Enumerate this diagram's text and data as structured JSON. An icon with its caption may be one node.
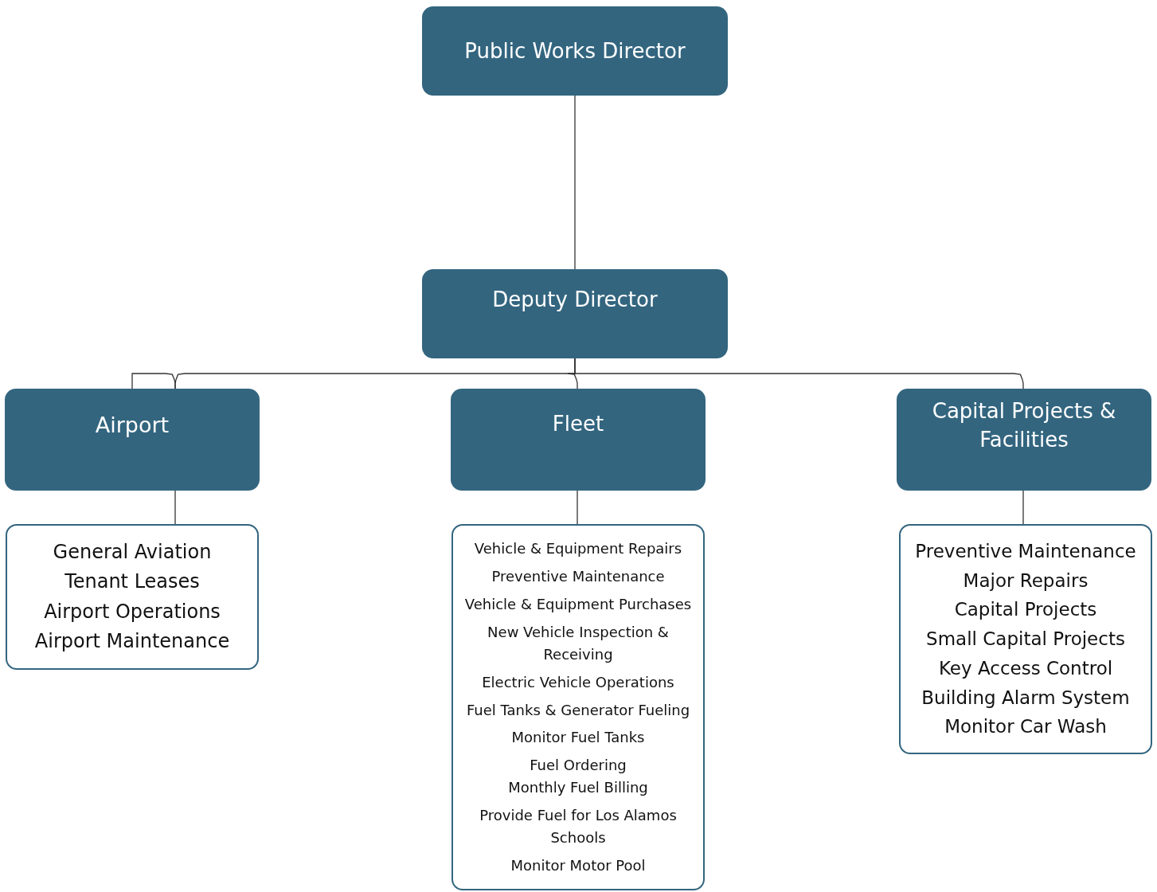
{
  "diagram": {
    "nodes": [
      {
        "text": [
          "Public Works Director"
        ]
      },
      {
        "text": [
          "Deputy Director"
        ]
      },
      {
        "text": [
          "Airport"
        ]
      },
      {
        "text": [
          "Fleet"
        ]
      },
      {
        "text": [
          "Capital Projects & Facilities"
        ]
      },
      {
        "text": [
          "General Aviation",
          "Tenant Leases",
          "Airport Operations",
          "Airport Maintenance"
        ]
      },
      {
        "text": [
          "Vehicle & Equipment Repairs",
          "Preventive Maintenance",
          "Vehicle & Equipment Purchases",
          "New Vehicle Inspection & Receiving",
          "Electric Vehicle Operations",
          "Fuel Tanks & Generator Fueling",
          "Monitor Fuel Tanks",
          "Fuel Ordering",
          "Monthly Fuel Billing",
          "Provide Fuel for Los Alamos Schools",
          "Monitor Motor Pool"
        ]
      },
      {
        "text": [
          "Preventive Maintenance",
          "Major Repairs",
          "Capital Projects",
          "Small Capital Projects",
          "Key Access Control",
          "Building Alarm System",
          "Monitor Car Wash"
        ]
      }
    ],
    "edges": [
      {
        "from": 0,
        "to": 1,
        "arrow": "none"
      },
      {
        "from": 1,
        "to": 2,
        "arrow": "none"
      },
      {
        "from": 1,
        "to": 3,
        "arrow": "none"
      },
      {
        "from": 1,
        "to": 4,
        "arrow": "none"
      },
      {
        "from": 2,
        "to": 5,
        "arrow": "none"
      },
      {
        "from": 3,
        "to": 6,
        "arrow": "none"
      },
      {
        "from": 4,
        "to": 7,
        "arrow": "none"
      }
    ]
  }
}
